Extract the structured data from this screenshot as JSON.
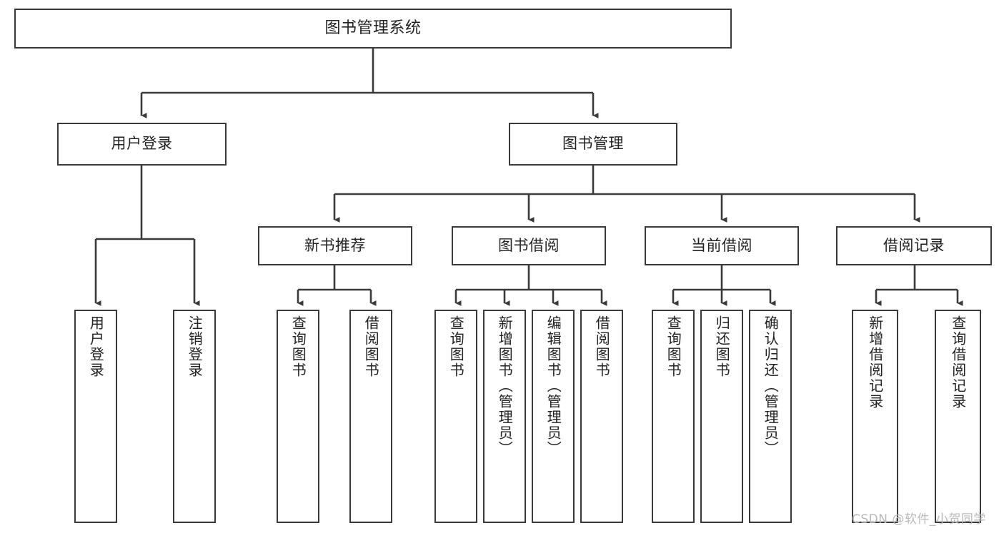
{
  "diagram": {
    "title": "图书管理系统",
    "type": "tree-hierarchy",
    "watermark": "CSDN @软件_小贺同学",
    "colors": {
      "stroke": "#3a3a3a",
      "fill": "#ffffff",
      "text": "#222222",
      "watermark": "#b9b9b9"
    },
    "nodes": {
      "root": {
        "label": "图书管理系统"
      },
      "level2": [
        {
          "label": "用户登录"
        },
        {
          "label": "图书管理"
        }
      ],
      "level3": [
        {
          "label": "新书推荐"
        },
        {
          "label": "图书借阅"
        },
        {
          "label": "当前借阅"
        },
        {
          "label": "借阅记录"
        }
      ],
      "leaves": {
        "user_login": [
          {
            "label": "用户登录"
          },
          {
            "label": "注销登录"
          }
        ],
        "new_book_rec": [
          {
            "label": "查询图书"
          },
          {
            "label": "借阅图书"
          }
        ],
        "book_borrow": [
          {
            "label": "查询图书"
          },
          {
            "label": "新增图书（管理员）"
          },
          {
            "label": "编辑图书（管理员）"
          },
          {
            "label": "借阅图书"
          }
        ],
        "current_borrow": [
          {
            "label": "查询图书"
          },
          {
            "label": "归还图书"
          },
          {
            "label": "确认归还（管理员）"
          }
        ],
        "borrow_record": [
          {
            "label": "新增借阅记录"
          },
          {
            "label": "查询借阅记录"
          }
        ]
      }
    }
  }
}
